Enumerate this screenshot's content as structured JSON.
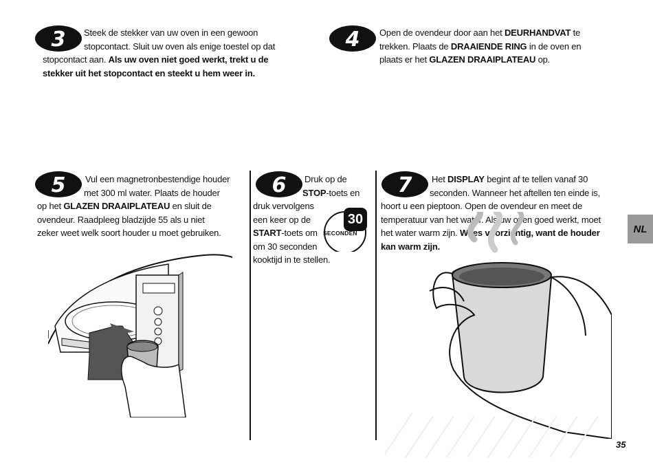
{
  "steps": {
    "s3": {
      "number": "3",
      "line1": "Steek de stekker van uw oven in een gewoon",
      "line2": "stopcontact. Sluit uw oven als enige toestel op dat",
      "line3_a": "stopcontact aan. ",
      "line3_b": "Als uw oven niet goed werkt, trekt u de",
      "line4": "stekker uit het stopcontact en steekt u hem weer in."
    },
    "s4": {
      "number": "4",
      "l1_a": "Open de ovendeur door aan het ",
      "l1_b": "DEURHANDVAT",
      "l1_c": " te",
      "l2_a": "trekken. Plaats de ",
      "l2_b": "DRAAIENDE RING",
      "l2_c": " in de oven en",
      "l3_a": "plaats er het ",
      "l3_b": "GLAZEN DRAAIPLATEAU",
      "l3_c": " op."
    },
    "s5": {
      "number": "5",
      "l1": "Vul een magnetronbestendige houder",
      "l2": "met 300 ml water. Plaats de houder",
      "l3_a": "op het ",
      "l3_b": "GLAZEN DRAAIPLATEAU",
      "l3_c": " en sluit de",
      "l4": "ovendeur. Raadpleeg bladzijde 55 als u niet",
      "l5": "zeker weet welk soort houder u moet gebruiken."
    },
    "s6": {
      "number": "6",
      "l1": "Druk op de",
      "l2_a": "STOP",
      "l2_b": "-toets en",
      "l3": "druk vervolgens",
      "l4": "een keer op de",
      "l5_a": "START",
      "l5_b": "-toets om",
      "l6": "om 30 seconden",
      "l7": "kooktijd in te stellen.",
      "badge_number": "30",
      "badge_label": "SECONDEN"
    },
    "s7": {
      "number": "7",
      "l1_a": "Het ",
      "l1_b": "DISPLAY",
      "l1_c": " begint af te tellen vanaf 30",
      "l2": "seconden. Wanneer het aftellen ten einde is,",
      "l3": "hoort u een pieptoon. Open de ovendeur en meet de",
      "l4": "temperatuur van het water. Als uw oven goed werkt, moet",
      "l5_a": "het water warm zijn. ",
      "l5_b": "Wees voorzichtig, want de houder",
      "l6": "kan warm zijn."
    }
  },
  "side_tab": "NL",
  "page_number": "35",
  "icons": {
    "microwave": "microwave-illustration",
    "cup": "hand-holding-hot-cup-illustration"
  }
}
